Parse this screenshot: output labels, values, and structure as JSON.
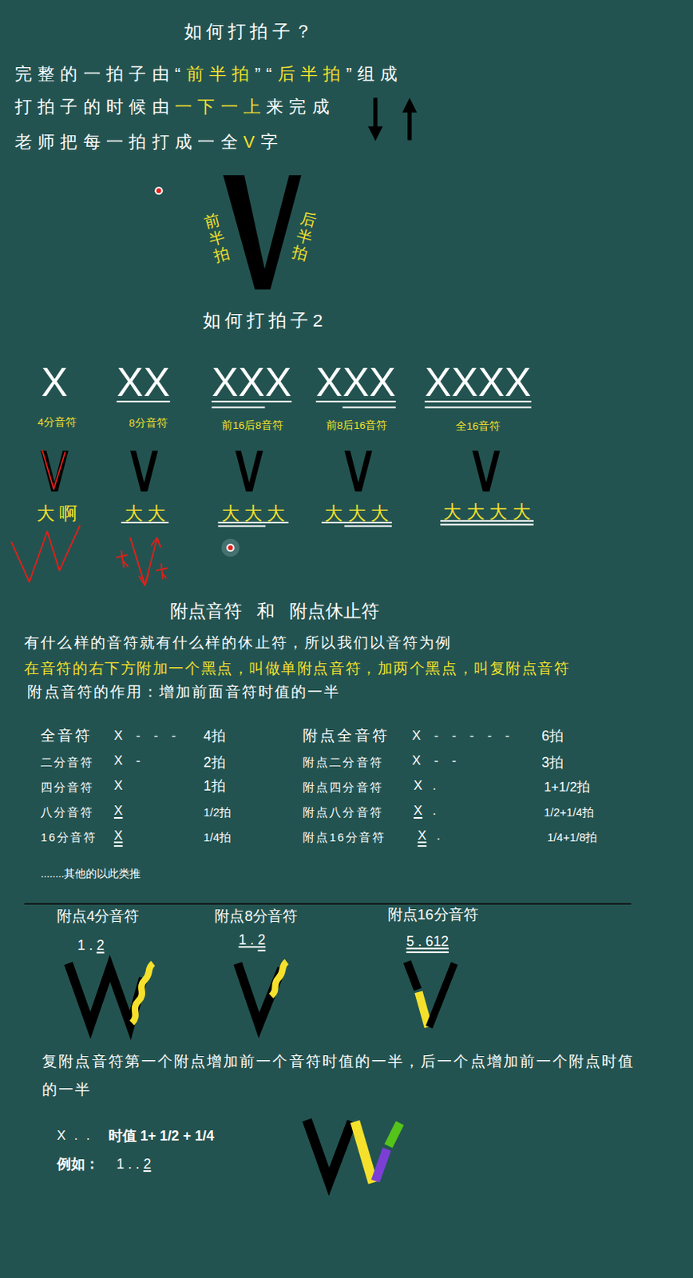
{
  "diagram": {
    "title": "如何打拍子？",
    "labels": [
      "完整的一拍子由“",
      "前半拍",
      "”“",
      "后半拍",
      "”组成",
      "打拍子的时候由",
      "一下一上",
      "来完成",
      "老师把每一拍打成一全",
      "V",
      "字",
      "前半拍",
      "后半拍",
      "如何打拍子2",
      "X",
      "XX",
      "XXX",
      "XXX",
      "XXXX",
      "4分音符",
      "8分音符",
      "前16后8音符",
      "前8后16音符",
      "全16音符",
      "大 啊",
      "大 大",
      "大 大 大",
      "大 大 大",
      "大 大 大 大",
      "附点音符   和   附点休止符",
      "有什么样的音符就有什么样的休止符，所以我们以音符为例",
      "在音符的右下方附加一个黑点，叫做单附点音符，加两个黑点，叫复附点音符",
      "附点音符的作用：增加前面音符时值的一半",
      "全音符",
      "X - - -",
      "4拍",
      "附点全音符",
      "X - - - - -",
      "6拍",
      "二分音符",
      "X -",
      "2拍",
      "附点二分音符",
      "X - -",
      "3拍",
      "四分音符",
      "X",
      "1拍",
      "附点四分音符",
      "X .",
      "1+1/2拍",
      "八分音符",
      "X",
      "1/2拍",
      "附点八分音符",
      "X .",
      "1/2+1/4拍",
      "16分音符",
      "X",
      "1/4拍",
      "附点16分音符",
      "X .",
      "1/4+1/8拍",
      "........其他的以此类推",
      "附点4分音符",
      "1 . 2",
      "附点8分音符",
      "1 . 2",
      "附点16分音符",
      "5 . 612",
      "复附点音符第一个附点增加前一个音符时值的一半，后一个点增加前一个附点时值的一半",
      "X . .",
      "时值 1+ 1/2 + 1/4",
      "例如：",
      "1 . . 2"
    ]
  }
}
